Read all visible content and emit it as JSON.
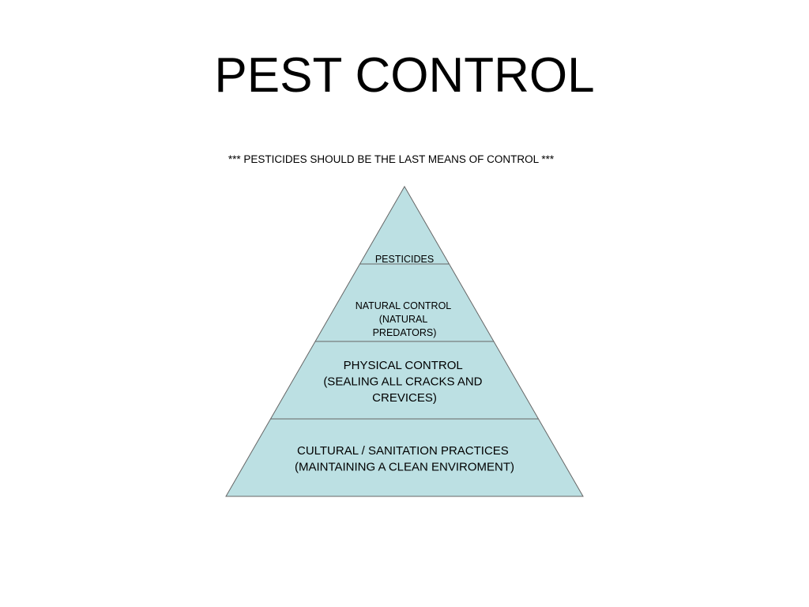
{
  "slide": {
    "title": "PEST CONTROL",
    "note": "***  PESTICIDES SHOULD BE THE LAST MEANS OF CONTROL  ***"
  },
  "pyramid": {
    "fill_color": "#bce0e3",
    "stroke_color": "#666666",
    "tiers": [
      {
        "lines": [
          "PESTICIDES"
        ]
      },
      {
        "lines": [
          "NATURAL CONTROL",
          "(NATURAL",
          "PREDATORS)"
        ]
      },
      {
        "lines": [
          "PHYSICAL CONTROL",
          "(SEALING ALL CRACKS AND",
          "CREVICES)"
        ]
      },
      {
        "lines": [
          "CULTURAL / SANITATION PRACTICES",
          "(MAINTAINING A CLEAN ENVIROMENT)"
        ]
      }
    ]
  }
}
